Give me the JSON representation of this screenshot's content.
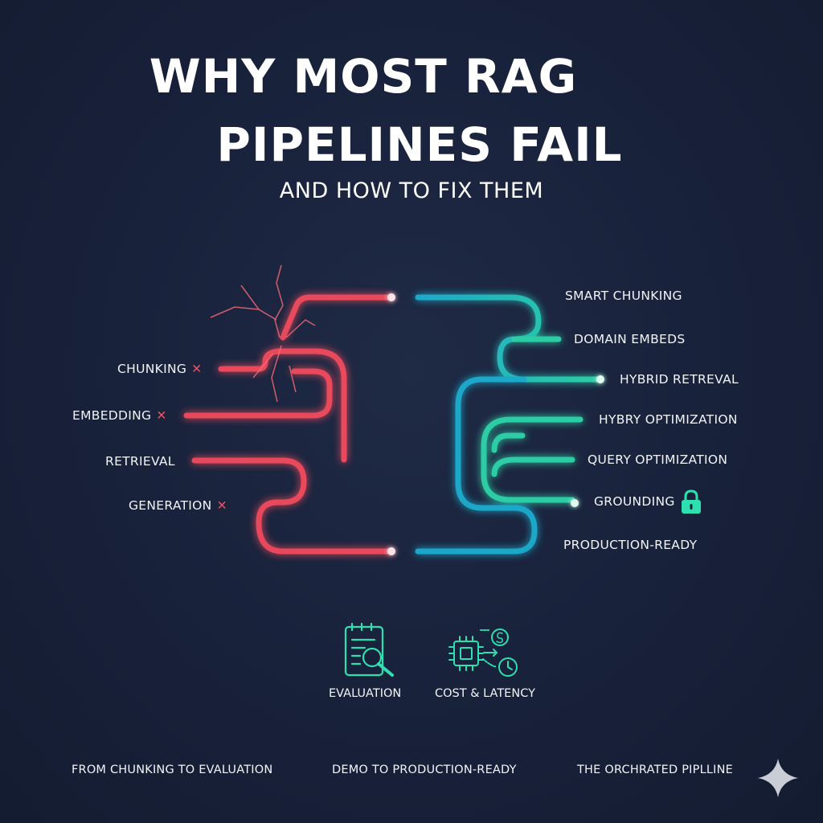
{
  "header": {
    "title_line1": "WHY MOST RAG",
    "title_line2": "PIPELINES FAIL",
    "subtitle": "AND HOW TO FIX THEM"
  },
  "failing_pipeline": {
    "color": "#ff4d5e",
    "items": [
      {
        "label": "CHUNKING",
        "mark": "✕"
      },
      {
        "label": "EMBEDDING",
        "mark": "✕"
      },
      {
        "label": "RETRIEVAL",
        "mark": ""
      },
      {
        "label": "GENERATION",
        "mark": "✕"
      }
    ]
  },
  "fixed_pipeline": {
    "color": "#2ee0b0",
    "items": [
      {
        "label": "SMART CHUNKING"
      },
      {
        "label": "DOMAIN EMBEDS"
      },
      {
        "label": "HYBRID RETREVAL"
      },
      {
        "label": "HYBRY OPTIMIZATION"
      },
      {
        "label": "QUERY OPTIMIZATION"
      },
      {
        "label": "GROUNDING",
        "icon": "lock-icon"
      },
      {
        "label": "PRODUCTION-READY"
      }
    ]
  },
  "bottom_icons": [
    {
      "label": "EVALUATION",
      "icon": "document-search-icon"
    },
    {
      "label": "COST & LATENCY",
      "icon": "chip-cost-clock-icon"
    }
  ],
  "footer": {
    "items": [
      "FROM CHUNKING TO EVALUATION",
      "DEMO TO PRODUCTION-READY",
      "THE ORCHRATED PIPLLINE"
    ],
    "logo_icon": "sparkle-icon"
  }
}
